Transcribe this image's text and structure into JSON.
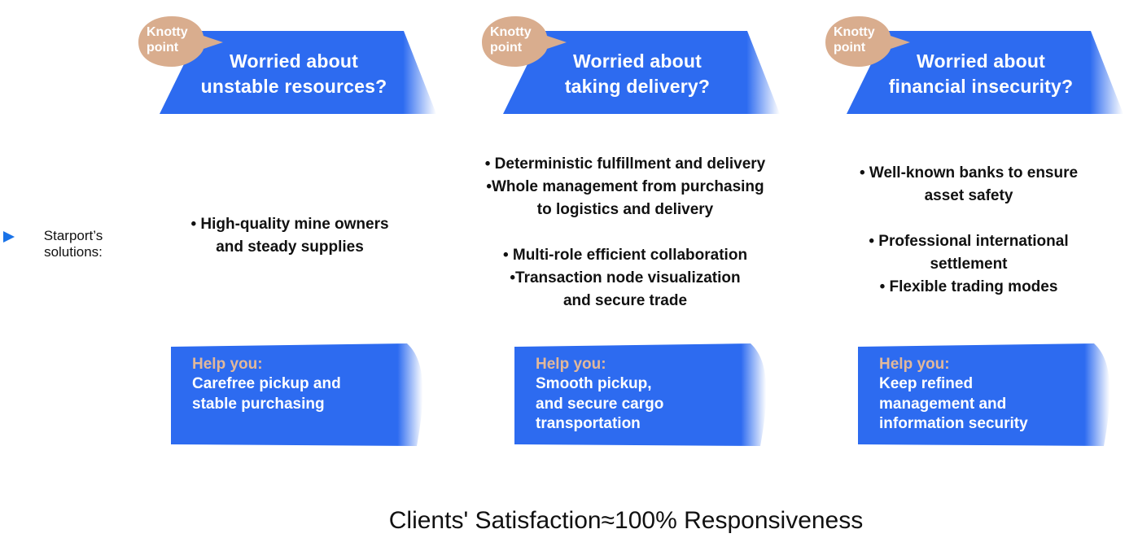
{
  "colors": {
    "banner_blue": "#2d6bf0",
    "knot_tan": "#d9ad8e",
    "help_title": "#e2b89a",
    "arrow_blue": "#1a73e8"
  },
  "left_label": {
    "arrow_icon": "play-arrow-icon",
    "line1": "Starport’s",
    "line2": "solutions:"
  },
  "columns": [
    {
      "knot": {
        "line1": "Knotty",
        "line2": "point"
      },
      "banner": {
        "line1": "Worried about",
        "line2": "unstable resources?"
      },
      "solutions": [
        "• High-quality mine owners",
        "and steady supplies"
      ],
      "help": {
        "title": "Help you:",
        "lines": [
          "Carefree pickup and",
          "stable purchasing"
        ]
      }
    },
    {
      "knot": {
        "line1": "Knotty",
        "line2": "point"
      },
      "banner": {
        "line1": "Worried about",
        "line2": "taking delivery?"
      },
      "solutions_block1": [
        "• Deterministic fulfillment and delivery",
        "•Whole management from purchasing",
        "to logistics and delivery"
      ],
      "solutions_block2": [
        "• Multi-role efficient collaboration",
        "•Transaction node visualization",
        "and secure trade"
      ],
      "help": {
        "title": "Help you:",
        "lines": [
          "Smooth pickup,",
          "and secure cargo",
          "transportation"
        ]
      }
    },
    {
      "knot": {
        "line1": "Knotty",
        "line2": "point"
      },
      "banner": {
        "line1": "Worried about",
        "line2": "financial insecurity?"
      },
      "solutions_block1": [
        "• Well-known banks to ensure",
        "asset safety"
      ],
      "solutions_block2": [
        "• Professional international",
        "settlement",
        "• Flexible trading modes"
      ],
      "help": {
        "title": "Help you:",
        "lines": [
          "Keep refined",
          "management and",
          "information security"
        ]
      }
    }
  ],
  "footer": "Clients'  Satisfaction≈100% Responsiveness"
}
